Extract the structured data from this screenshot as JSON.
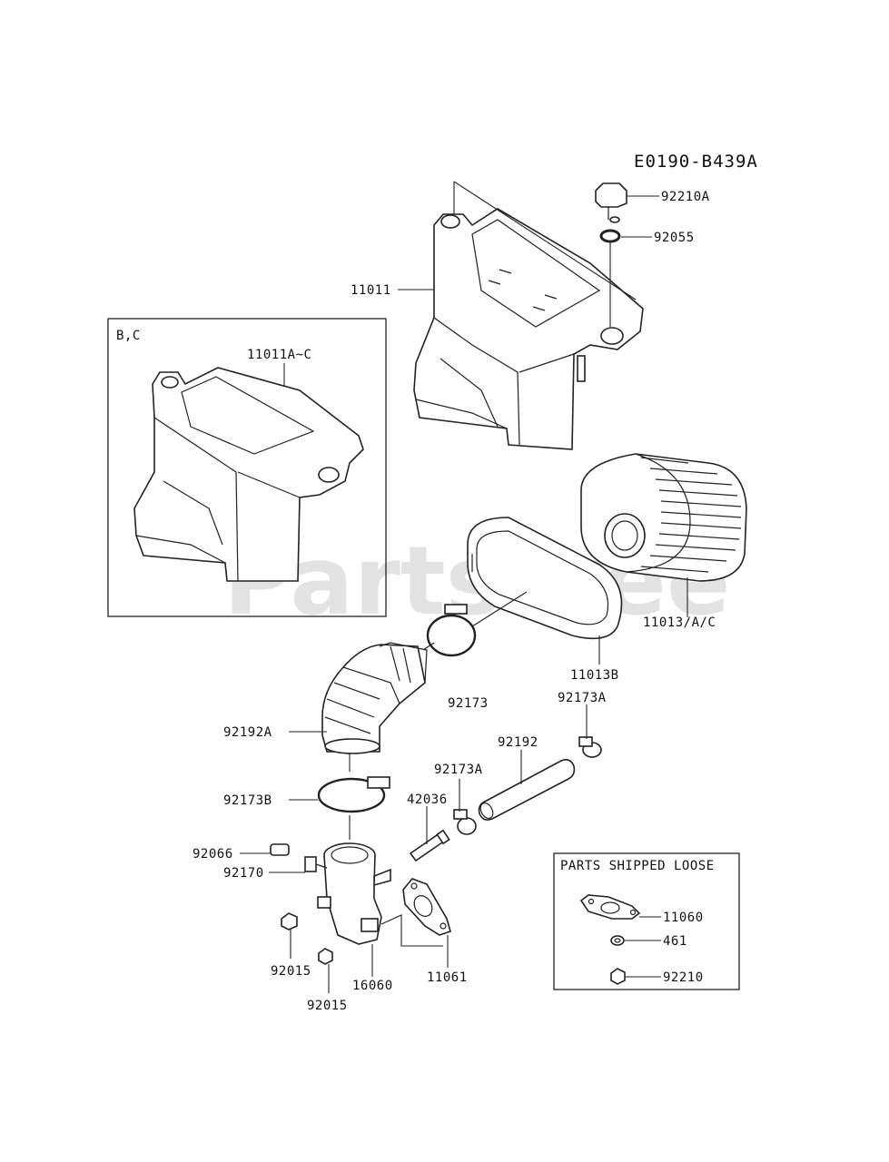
{
  "diagram_code": "E0190-B439A",
  "watermark": {
    "text": "PartsTree",
    "trademark": "™"
  },
  "inset_variant": {
    "heading": "B,C",
    "part_label": "11011A~C"
  },
  "loose_parts": {
    "heading": "PARTS SHIPPED LOOSE",
    "labels": [
      "11060",
      "461",
      "92210"
    ]
  },
  "callouts": {
    "air_cleaner_case": "11011",
    "knob": "92210A",
    "washer": "92055",
    "element": "11013/A/C",
    "pre_cleaner": "11013B",
    "clamp_upper": "92173",
    "clamp_hose_right": "92173A",
    "hose_elbow": "92192A",
    "clamp_lower": "92173B",
    "breather_hose": "92192",
    "clamp_hose_mid": "92173A",
    "stud": "42036",
    "cap": "92066",
    "bolt": "92170",
    "nut_left": "92015",
    "nut_bottom": "92015",
    "elbow": "16060",
    "gasket": "11061"
  }
}
